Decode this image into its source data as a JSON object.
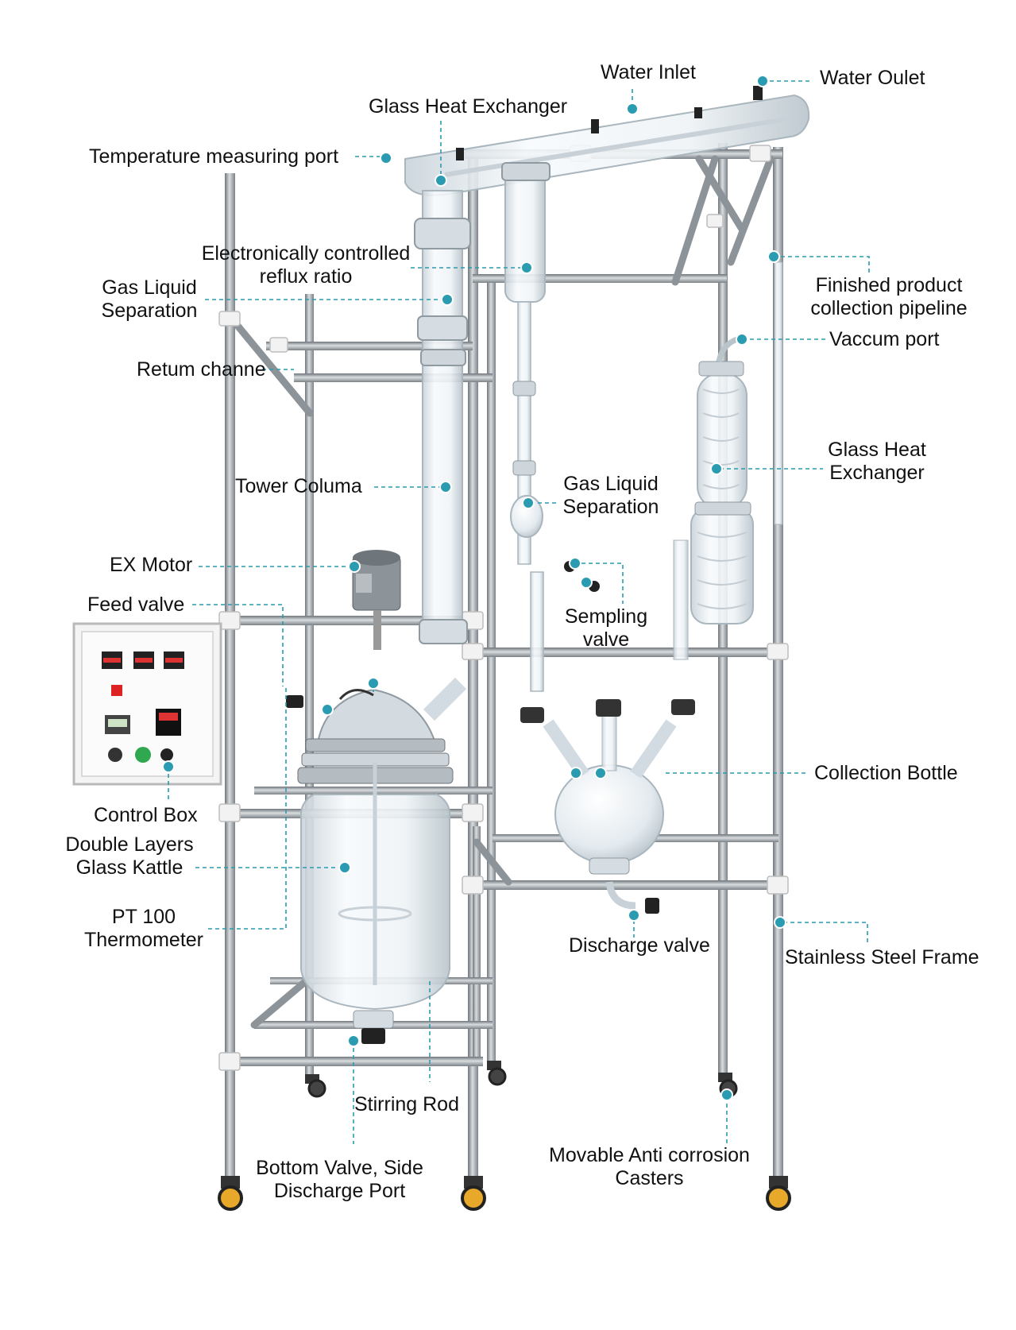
{
  "labels": {
    "water_inlet": "Water Inlet",
    "water_outlet": "Water Oulet",
    "glass_heat_exchanger_top": "Glass Heat Exchanger",
    "temperature_port": "Temperature measuring port",
    "reflux_ratio": [
      "Electronically controlled",
      "reflux ratio"
    ],
    "gas_liquid_left": [
      "Gas Liquid",
      "Separation"
    ],
    "return_channel": "Retum channe",
    "finished_product": [
      "Finished product",
      "collection pipeline"
    ],
    "vacuum_port": "Vaccum port",
    "glass_heat_exchanger_right": [
      "Glass Heat",
      "Exchanger"
    ],
    "tower_column": "Tower Columa",
    "gas_liquid_mid": [
      "Gas Liquid",
      "Separation"
    ],
    "ex_motor": "EX Motor",
    "feed_valve": "Feed valve",
    "sampling_valve": [
      "Sempling",
      "valve"
    ],
    "collection_bottle": "Collection Bottle",
    "control_box": "Control Box",
    "double_kettle": [
      "Double Layers",
      "Glass Kattle"
    ],
    "pt100": [
      "PT 100",
      "Thermometer"
    ],
    "discharge_valve": "Discharge valve",
    "stainless_frame": "Stainless Steel Frame",
    "stirring_rod": "Stirring Rod",
    "bottom_valve": [
      "Bottom Valve, Side",
      "Discharge Port"
    ],
    "casters": [
      "Movable Anti corrosion",
      "Casters"
    ]
  },
  "colors": {
    "marker": "#2a9bb0",
    "leader": "#2a9bb0",
    "steel": "#9aa1a6",
    "glass": "#dfe8ee",
    "text": "#111111"
  }
}
